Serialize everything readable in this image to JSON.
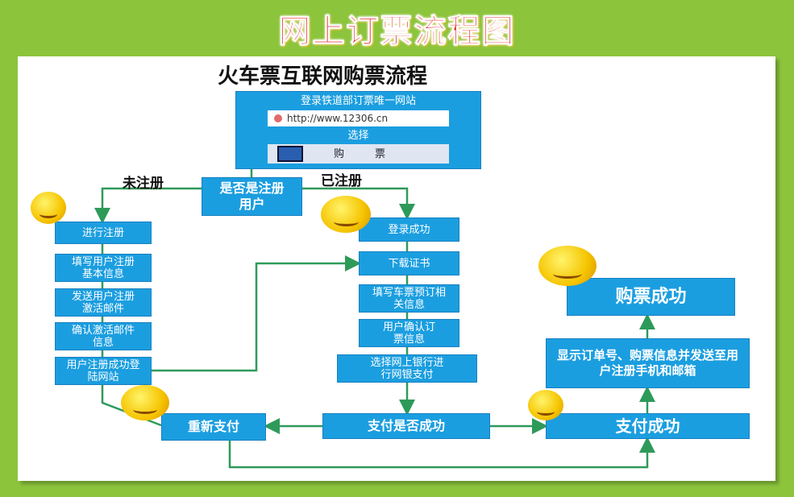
{
  "title": "网上订票流程图",
  "subtitle": "火车票互联网购票流程",
  "site": {
    "heading": "登录铁道部订票唯一网站",
    "url": "http://www.12306.cn",
    "choose": "选择",
    "buy1": "购",
    "buy2": "票"
  },
  "decision": "是否是注册用户",
  "unregistered": "未注册",
  "registered": "已注册",
  "left_steps": [
    "进行注册",
    "填写用户注册基本信息",
    "发送用户注册激活邮件",
    "确认激活邮件信息",
    "用户注册成功登陆网站"
  ],
  "right_steps": [
    "登录成功",
    "下载证书",
    "填写车票预订相关信息",
    "用户确认订票信息",
    "选择网上银行进行网银支付"
  ],
  "pay_check": "支付是否成功",
  "repay": "重新支付",
  "pay_success": "支付成功",
  "notify": "显示订单号、购票信息并发送至用户注册手机和邮箱",
  "done": "购票成功"
}
